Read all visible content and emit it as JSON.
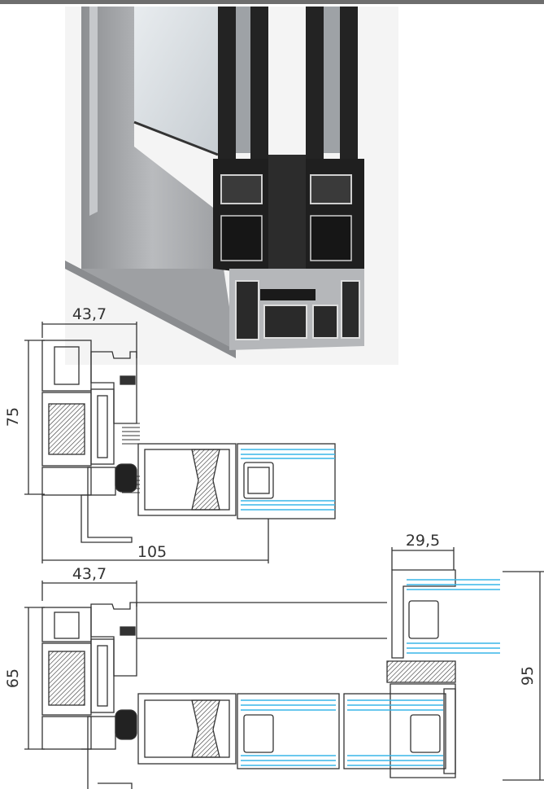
{
  "dimensions": {
    "upper_width_label": "43,7",
    "upper_height_label": "75",
    "upper_total_label": "105",
    "lower_width_label": "43,7",
    "lower_height_label": "65",
    "right_width_label": "29,5",
    "right_height_label": "95"
  },
  "colors": {
    "aluminium": "#a9abae",
    "profile_dark": "#1f1f1f",
    "glass_line": "#38b6e8",
    "drawing_line": "#333333"
  }
}
